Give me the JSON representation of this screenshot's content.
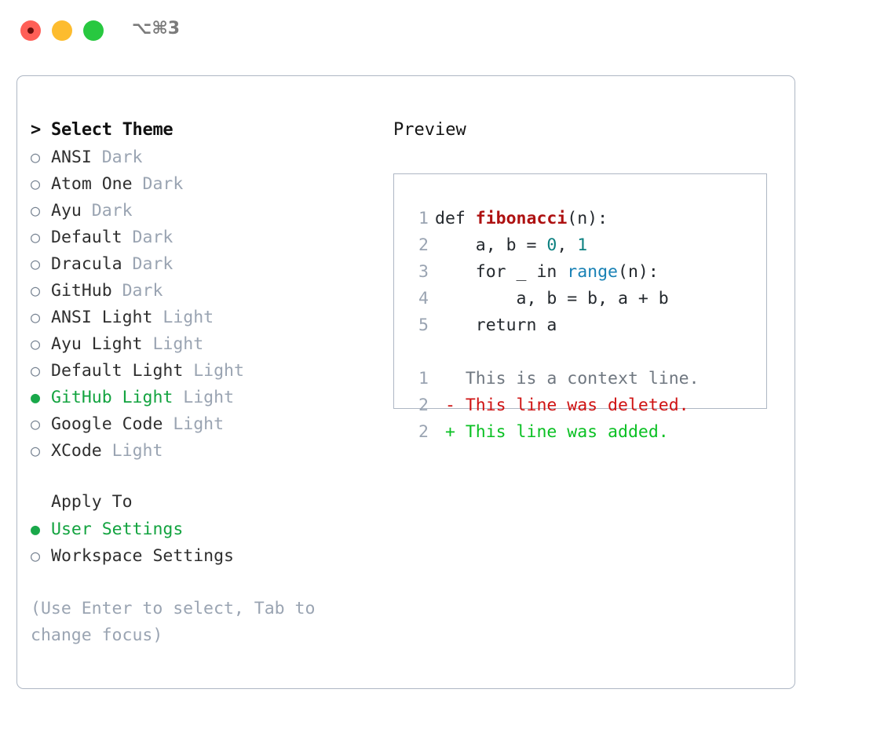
{
  "window": {
    "shortcut": "⌥⌘3",
    "traffic_lights": [
      {
        "name": "close",
        "color": "#ff5f57"
      },
      {
        "name": "minimize",
        "color": "#fdbc2e"
      },
      {
        "name": "maximize",
        "color": "#28c840"
      }
    ]
  },
  "theme_picker": {
    "header": "> Select Theme",
    "caret": ">",
    "header_label": "Select Theme",
    "marker_selected": "●",
    "marker_unselected": "○",
    "selected_color": "#12a33f",
    "variant_color": "#9aa4b2",
    "items": [
      {
        "name": "ANSI",
        "variant": "Dark",
        "selected": false
      },
      {
        "name": "Atom One",
        "variant": "Dark",
        "selected": false
      },
      {
        "name": "Ayu",
        "variant": "Dark",
        "selected": false
      },
      {
        "name": "Default",
        "variant": "Dark",
        "selected": false
      },
      {
        "name": "Dracula",
        "variant": "Dark",
        "selected": false
      },
      {
        "name": "GitHub",
        "variant": "Dark",
        "selected": false
      },
      {
        "name": "ANSI Light",
        "variant": "Light",
        "selected": false
      },
      {
        "name": "Ayu Light",
        "variant": "Light",
        "selected": false
      },
      {
        "name": "Default Light",
        "variant": "Light",
        "selected": false
      },
      {
        "name": "GitHub Light",
        "variant": "Light",
        "selected": true
      },
      {
        "name": "Google Code",
        "variant": "Light",
        "selected": false
      },
      {
        "name": "XCode",
        "variant": "Light",
        "selected": false
      }
    ]
  },
  "apply_to": {
    "header": "Apply To",
    "options": [
      {
        "label": "User Settings",
        "selected": true
      },
      {
        "label": "Workspace Settings",
        "selected": false
      }
    ]
  },
  "hint": "(Use Enter to select, Tab to change focus)",
  "preview": {
    "title": "Preview",
    "code_lines": [
      {
        "num": "1",
        "tokens": [
          {
            "t": "def ",
            "c": "kw"
          },
          {
            "t": "fibonacci",
            "c": "fn"
          },
          {
            "t": "(n):",
            "c": "kw"
          }
        ]
      },
      {
        "num": "2",
        "tokens": [
          {
            "t": "    a, b = ",
            "c": "kw"
          },
          {
            "t": "0",
            "c": "num"
          },
          {
            "t": ", ",
            "c": "kw"
          },
          {
            "t": "1",
            "c": "num"
          }
        ]
      },
      {
        "num": "3",
        "tokens": [
          {
            "t": "    for _ in ",
            "c": "kw"
          },
          {
            "t": "range",
            "c": "call"
          },
          {
            "t": "(n):",
            "c": "kw"
          }
        ]
      },
      {
        "num": "4",
        "tokens": [
          {
            "t": "        a, b = b, a + b",
            "c": "kw"
          }
        ]
      },
      {
        "num": "5",
        "tokens": [
          {
            "t": "    return a",
            "c": "kw"
          }
        ]
      }
    ],
    "diff_lines": [
      {
        "num": "1",
        "sign": " ",
        "text": "This is a context line.",
        "kind": "ctx"
      },
      {
        "num": "2",
        "sign": "-",
        "text": "This line was deleted.",
        "kind": "del"
      },
      {
        "num": "2",
        "sign": "+",
        "text": "This line was added.",
        "kind": "add"
      }
    ],
    "colors": {
      "function": "#ae1111",
      "number": "#0c8080",
      "call": "#1881b5",
      "line_number": "#9aa4b2",
      "diff_context": "#6f7780",
      "diff_deleted": "#cf1313",
      "diff_added": "#0ac023"
    }
  }
}
